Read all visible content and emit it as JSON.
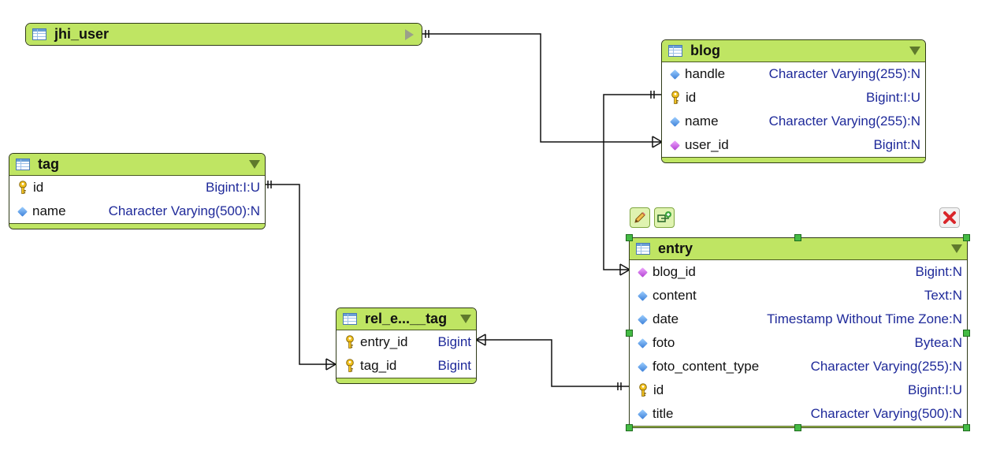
{
  "entities": {
    "jhi_user": {
      "title": "jhi_user"
    },
    "blog": {
      "title": "blog",
      "columns": [
        {
          "name": "handle",
          "type": "Character Varying(255):N",
          "icon": "blue-diamond"
        },
        {
          "name": "id",
          "type": "Bigint:I:U",
          "icon": "key"
        },
        {
          "name": "name",
          "type": "Character Varying(255):N",
          "icon": "blue-diamond"
        },
        {
          "name": "user_id",
          "type": "Bigint:N",
          "icon": "purple-diamond"
        }
      ]
    },
    "tag": {
      "title": "tag",
      "columns": [
        {
          "name": "id",
          "type": "Bigint:I:U",
          "icon": "key"
        },
        {
          "name": "name",
          "type": "Character Varying(500):N",
          "icon": "blue-diamond"
        }
      ]
    },
    "rel_entry_tag": {
      "title": "rel_e...__tag",
      "columns": [
        {
          "name": "entry_id",
          "type": "Bigint",
          "icon": "key"
        },
        {
          "name": "tag_id",
          "type": "Bigint",
          "icon": "key"
        }
      ]
    },
    "entry": {
      "title": "entry",
      "columns": [
        {
          "name": "blog_id",
          "type": "Bigint:N",
          "icon": "purple-diamond"
        },
        {
          "name": "content",
          "type": "Text:N",
          "icon": "blue-diamond"
        },
        {
          "name": "date",
          "type": "Timestamp Without Time Zone:N",
          "icon": "blue-diamond"
        },
        {
          "name": "foto",
          "type": "Bytea:N",
          "icon": "blue-diamond"
        },
        {
          "name": "foto_content_type",
          "type": "Character Varying(255):N",
          "icon": "blue-diamond"
        },
        {
          "name": "id",
          "type": "Bigint:I:U",
          "icon": "key"
        },
        {
          "name": "title",
          "type": "Character Varying(500):N",
          "icon": "blue-diamond"
        }
      ]
    }
  },
  "toolbar": {
    "edit_icon": "pencil-icon",
    "add_relation_icon": "add-relation-icon",
    "delete_icon": "delete-icon"
  },
  "colors": {
    "header": "#bfe563",
    "type_text": "#1f2a9a",
    "connector": "#111111",
    "selection_handle": "#44bb44"
  }
}
